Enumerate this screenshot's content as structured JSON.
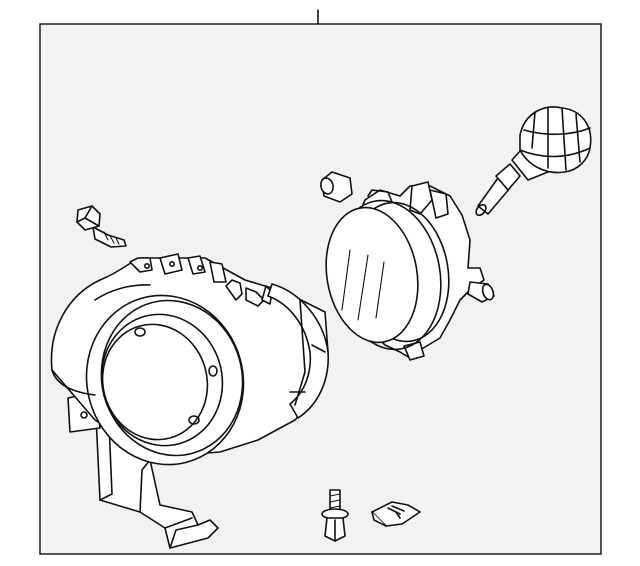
{
  "diagram": {
    "type": "exploded parts diagram",
    "frame_color": "#111111",
    "background": "#f2f2f2",
    "parts": [
      {
        "name": "fog-lamp-bracket"
      },
      {
        "name": "fog-lamp-assembly"
      },
      {
        "name": "bulb"
      },
      {
        "name": "bulb-socket"
      },
      {
        "name": "adjuster-cap"
      },
      {
        "name": "flange-bolt"
      },
      {
        "name": "stud-bolt"
      },
      {
        "name": "retainer-clip"
      }
    ]
  }
}
